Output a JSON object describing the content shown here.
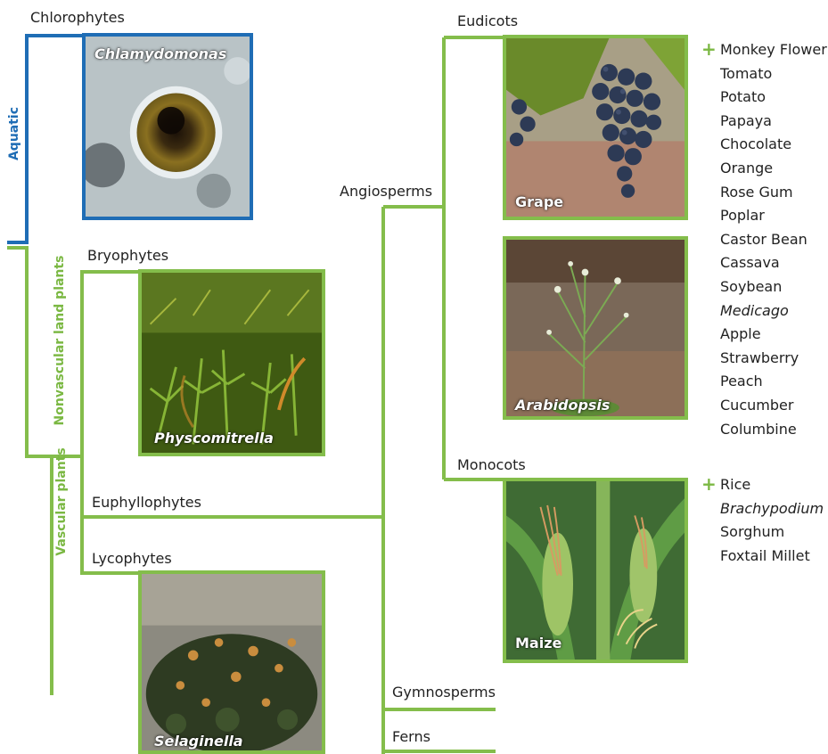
{
  "colors": {
    "aquatic": "#1f6db5",
    "land": "#84bd4b"
  },
  "vertical_labels": {
    "aquatic": "Aquatic",
    "nonvascular": "Nonvascular land plants",
    "vascular": "Vascular plants"
  },
  "clades": {
    "chlorophytes": "Chlorophytes",
    "bryophytes": "Bryophytes",
    "euphyllophytes": "Euphyllophytes",
    "lycophytes": "Lycophytes",
    "angiosperms": "Angiosperms",
    "eudicots": "Eudicots",
    "monocots": "Monocots",
    "gymnosperms": "Gymnosperms",
    "ferns": "Ferns"
  },
  "photos": {
    "chlamydomonas": "Chlamydomonas",
    "physcomitrella": "Physcomitrella",
    "selaginella": "Selaginella",
    "grape": "Grape",
    "arabidopsis": "Arabidopsis",
    "maize": "Maize"
  },
  "plus_icon": "+",
  "eudicot_species": [
    {
      "name": "Monkey Flower",
      "italic": false
    },
    {
      "name": "Tomato",
      "italic": false
    },
    {
      "name": "Potato",
      "italic": false
    },
    {
      "name": "Papaya",
      "italic": false
    },
    {
      "name": "Chocolate",
      "italic": false
    },
    {
      "name": "Orange",
      "italic": false
    },
    {
      "name": "Rose Gum",
      "italic": false
    },
    {
      "name": "Poplar",
      "italic": false
    },
    {
      "name": "Castor Bean",
      "italic": false
    },
    {
      "name": "Cassava",
      "italic": false
    },
    {
      "name": "Soybean",
      "italic": false
    },
    {
      "name": "Medicago",
      "italic": true
    },
    {
      "name": "Apple",
      "italic": false
    },
    {
      "name": "Strawberry",
      "italic": false
    },
    {
      "name": "Peach",
      "italic": false
    },
    {
      "name": "Cucumber",
      "italic": false
    },
    {
      "name": "Columbine",
      "italic": false
    }
  ],
  "monocot_species": [
    {
      "name": "Rice",
      "italic": false
    },
    {
      "name": "Brachypodium",
      "italic": true
    },
    {
      "name": "Sorghum",
      "italic": false
    },
    {
      "name": "Foxtail Millet",
      "italic": false
    }
  ]
}
